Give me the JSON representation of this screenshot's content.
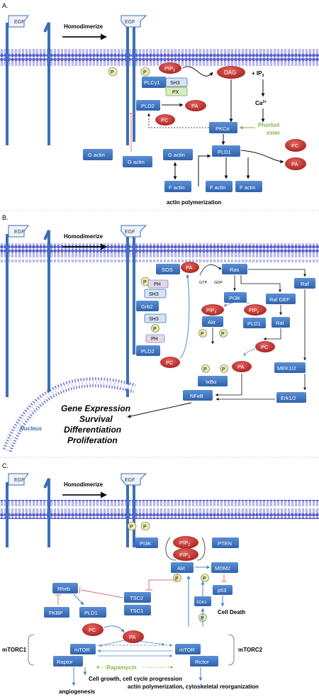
{
  "panels": [
    {
      "letter": "A.",
      "egf_left": "EGF",
      "egf_right": "EGF",
      "homodimerize": "Homodimerize",
      "p_left": "P",
      "p_right": "P",
      "plcy1": "PLCγ1",
      "sh3": "SH3",
      "px": "PX",
      "pip2": "PIP",
      "pip2_sub": "2",
      "dag": "DAG",
      "ip3": "+ IP",
      "ip3_sub": "3",
      "ca": "Ca",
      "ca_sup": "2+",
      "pld2": "PLD2",
      "pa1": "PA",
      "pc1": "PC",
      "pkca": "PKCα",
      "phorbol1": "Phorbol",
      "phorbol2": "ester",
      "gactin1": "G actin",
      "gactin2": "G actin",
      "gactin3": "G actin",
      "pld1": "PLD1",
      "pc2": "PC",
      "pa2": "PA",
      "factin1": "F actin",
      "factin2": "F actin",
      "factin3": "F actin",
      "actin_poly": "actin polymerization"
    },
    {
      "letter": "B.",
      "egf_left": "EGF",
      "egf_right": "EGF",
      "homodimerize": "Homodimerize",
      "sos": "SOS",
      "pa": "PA",
      "ras": "Ras",
      "gtp": "GTP",
      "gdp": "GDP",
      "raf": "Raf",
      "p": "P",
      "ph1": "PH",
      "sh3a": "SH3",
      "grb2": "Grb2",
      "pi3k": "PI3K",
      "ralgef": "Ral GEF",
      "sh3b": "SH3",
      "p2": "P",
      "pip3": "PIP",
      "pip3_sub": "3",
      "pip2": "PIP",
      "pip2_sub": "2",
      "akt": "Akt",
      "pld1": "PLD1",
      "ral": "Ral",
      "ph2": "PH",
      "pld2": "PLD2",
      "pc1": "PC",
      "pc2": "PC",
      "pa2": "PA",
      "pp1": "P",
      "pp2": "P",
      "pp3": "P",
      "pp4": "P",
      "ikba": "IκBα",
      "mek": "MEK1/2",
      "nfkb": "NFκB",
      "erk": "Erk1/2",
      "gene1": "Gene Expression",
      "gene2": "Survival",
      "gene3": "Differentiation",
      "gene4": "Proliferation",
      "nucleus": "Nucleus"
    },
    {
      "letter": "C.",
      "egf_left": "EGF",
      "egf_right": "EGF",
      "homodimerize": "Homodimerize",
      "p_left": "P",
      "p_right": "P",
      "pi3k": "PI3K",
      "pip2": "PIP",
      "pip2_sub": "2",
      "pip3": "PIP",
      "pip3_sub": "3",
      "pten": "PTEN",
      "akt": "Akt",
      "mdm2": "MDM2",
      "p_akt1": "P",
      "p_akt2": "P",
      "rheb": "Rheb",
      "tsc2": "TSC2",
      "tsc1": "TSC1",
      "p53": "p53",
      "sgk1": "SGK1",
      "fkbp": "FKBP",
      "pld1": "PLD1",
      "cell_death": "Cell Death",
      "pc": "PC",
      "pa": "PA",
      "p_sgk": "P",
      "mtorc1": "mTORC1",
      "mtor1": "mTOR",
      "raptor": "Raptor",
      "mtor2": "mTOR",
      "rictor": "Rictor",
      "mtorc2": "mTORC2",
      "rapamycin": "Rapamycin",
      "growth": "Cell growth, cell cycle progression",
      "angio": "angiogenesis",
      "actin_cyto": "actin polymerization, cytoskeletal reorganization"
    }
  ],
  "colors": {
    "box": "#3d6fb6",
    "box_dark": "#2a5599",
    "light_box": "#d7e3f5",
    "green_box": "#d8ecc0",
    "red": "#c8322f",
    "pball": "#e9eea8",
    "membrane": "#5a5fcf",
    "inhibit": "#e07070",
    "phorbol": "#8bb34a",
    "blue_arrow": "#4a86d0"
  }
}
